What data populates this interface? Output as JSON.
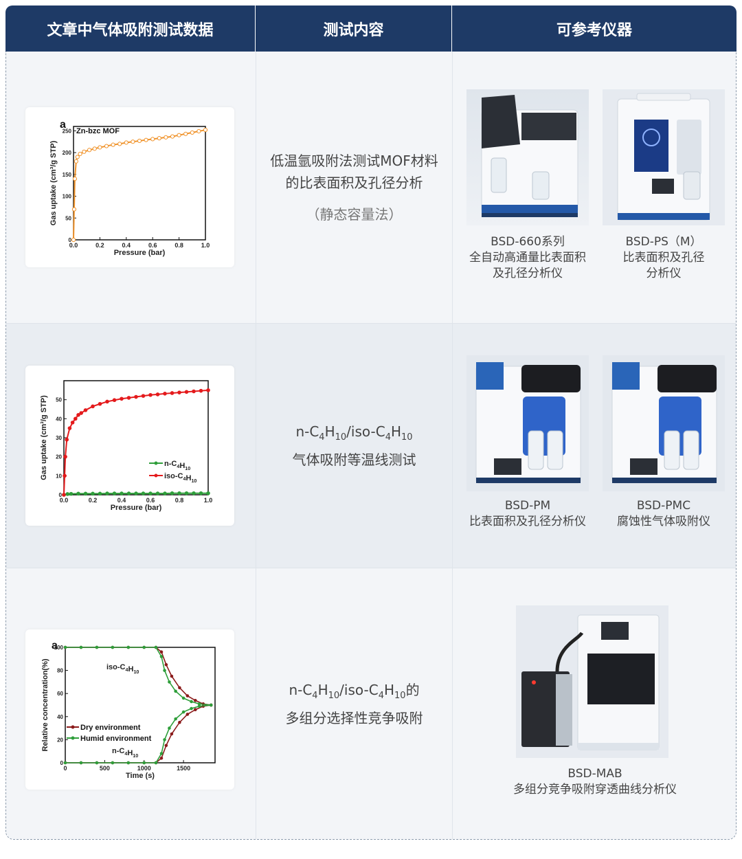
{
  "header": {
    "col1": "文章中气体吸附测试数据",
    "col2": "测试内容",
    "col3": "可参考仪器"
  },
  "rows": [
    {
      "content_line1": "低温氩吸附法测试MOF材料",
      "content_line2": "的比表面积及孔径分析",
      "content_note": "（静态容量法）",
      "instruments": [
        {
          "name": "BSD-660系列",
          "desc_line1": "全自动高通量比表面积",
          "desc_line2": "及孔径分析仪"
        },
        {
          "name": "BSD-PS（M）",
          "desc_line1": "比表面积及孔径",
          "desc_line2": "分析仪"
        }
      ]
    },
    {
      "content_line2": "气体吸附等温线测试",
      "instruments": [
        {
          "name": "BSD-PM",
          "desc_line1": "比表面积及孔径分析仪"
        },
        {
          "name": "BSD-PMC",
          "desc_line1": "腐蚀性气体吸附仪"
        }
      ]
    },
    {
      "content_line2": "多组分选择性竞争吸附",
      "instruments": [
        {
          "name": "BSD-MAB",
          "desc_line1": "多组分竞争吸附穿透曲线分析仪"
        }
      ]
    }
  ],
  "formula": {
    "n": "n-C",
    "four": "4",
    "h": "H",
    "ten": "10",
    "slash": "/iso-C",
    "de": "的"
  },
  "chart_data": [
    {
      "type": "scatter",
      "panel_label": "a",
      "annotation": "Zn-bzc MOF",
      "xlabel": "Pressure (bar)",
      "ylabel": "Gas uptake (cm³/g STP)",
      "xlim": [
        0,
        1.0
      ],
      "ylim": [
        0,
        260
      ],
      "x_ticks": [
        "0.0",
        "0.2",
        "0.4",
        "0.6",
        "0.8",
        "1.0"
      ],
      "y_ticks": [
        "0",
        "50",
        "100",
        "150",
        "200",
        "250"
      ],
      "series": [
        {
          "color": "#f0932b",
          "x": [
            0,
            0.005,
            0.01,
            0.02,
            0.03,
            0.05,
            0.08,
            0.12,
            0.16,
            0.2,
            0.25,
            0.3,
            0.35,
            0.4,
            0.45,
            0.5,
            0.55,
            0.6,
            0.65,
            0.7,
            0.75,
            0.8,
            0.85,
            0.9,
            0.95,
            1.0
          ],
          "y": [
            0,
            70,
            140,
            180,
            190,
            197,
            202,
            206,
            209,
            212,
            215,
            218,
            220,
            223,
            225,
            227,
            229,
            231,
            233,
            235,
            237,
            240,
            243,
            246,
            249,
            252
          ]
        }
      ]
    },
    {
      "type": "scatter",
      "xlabel": "Pressure (bar)",
      "ylabel": "Gas uptake (cm³/g STP)",
      "xlim": [
        0,
        1.0
      ],
      "ylim": [
        0,
        60
      ],
      "x_ticks": [
        "0.0",
        "0.2",
        "0.4",
        "0.6",
        "0.8",
        "1.0"
      ],
      "y_ticks": [
        "0",
        "10",
        "20",
        "30",
        "40",
        "50"
      ],
      "legend": [
        {
          "base": "n-C",
          "sub1": "4",
          "mid": "H",
          "sub2": "10",
          "color": "#2e9e3a"
        },
        {
          "base": "iso-C",
          "sub1": "4",
          "mid": "H",
          "sub2": "10",
          "color": "#e41a1c"
        }
      ],
      "series": [
        {
          "color": "#2e9e3a",
          "x": [
            0,
            0.025,
            0.05,
            0.1,
            0.15,
            0.2,
            0.25,
            0.3,
            0.35,
            0.4,
            0.45,
            0.5,
            0.55,
            0.6,
            0.65,
            0.7,
            0.75,
            0.8,
            0.85,
            0.9,
            0.95,
            1.0
          ],
          "y": [
            0,
            0.4,
            0.5,
            0.6,
            0.6,
            0.6,
            0.6,
            0.7,
            0.7,
            0.7,
            0.7,
            0.7,
            0.7,
            0.7,
            0.7,
            0.7,
            0.8,
            0.8,
            0.8,
            0.8,
            0.8,
            0.8
          ]
        },
        {
          "color": "#e41a1c",
          "x": [
            0,
            0.005,
            0.01,
            0.02,
            0.04,
            0.06,
            0.08,
            0.1,
            0.12,
            0.15,
            0.2,
            0.25,
            0.3,
            0.35,
            0.4,
            0.45,
            0.5,
            0.55,
            0.6,
            0.65,
            0.7,
            0.75,
            0.8,
            0.85,
            0.9,
            0.95,
            1.0
          ],
          "y": [
            0,
            10,
            20,
            29,
            35,
            38,
            40,
            42,
            43,
            44.5,
            46.5,
            47.8,
            49,
            49.8,
            50.5,
            51,
            51.5,
            52,
            52.5,
            52.8,
            53.2,
            53.5,
            53.8,
            54.1,
            54.4,
            54.7,
            55
          ]
        }
      ]
    },
    {
      "type": "line",
      "panel_label": "a",
      "xlabel": "Time (s)",
      "ylabel": "Relative concentration(%)",
      "xlim": [
        0,
        1900
      ],
      "ylim": [
        0,
        100
      ],
      "x_ticks": [
        "0",
        "500",
        "1000",
        "1500"
      ],
      "y_ticks": [
        "0",
        "20",
        "40",
        "60",
        "80",
        "100"
      ],
      "annotation_iso": {
        "base": "iso-C",
        "sub1": "4",
        "mid": "H",
        "sub2": "10"
      },
      "annotation_n": {
        "base": "n-C",
        "sub1": "4",
        "mid": "H",
        "sub2": "10"
      },
      "legend": [
        {
          "name": "Dry environment",
          "color": "#8b1a1a"
        },
        {
          "name": "Humid environment",
          "color": "#2e9e3a"
        }
      ],
      "series": [
        {
          "name": "Dry environment",
          "role": "iso",
          "color": "#8b1a1a",
          "x": [
            0,
            200,
            400,
            600,
            800,
            1000,
            1150,
            1220,
            1280,
            1350,
            1450,
            1550,
            1650,
            1750,
            1850
          ],
          "y": [
            100,
            100,
            100,
            100,
            100,
            100,
            100,
            96,
            85,
            75,
            65,
            58,
            54,
            51,
            50
          ]
        },
        {
          "name": "Humid environment",
          "role": "iso",
          "color": "#2e9e3a",
          "x": [
            0,
            200,
            400,
            600,
            800,
            1000,
            1150,
            1220,
            1260,
            1320,
            1400,
            1500,
            1600,
            1700,
            1850
          ],
          "y": [
            100,
            100,
            100,
            100,
            100,
            100,
            100,
            92,
            80,
            70,
            62,
            56,
            53,
            51,
            50
          ]
        },
        {
          "name": "Dry environment",
          "role": "n",
          "color": "#8b1a1a",
          "x": [
            0,
            200,
            400,
            600,
            800,
            1000,
            1150,
            1220,
            1280,
            1350,
            1450,
            1550,
            1650,
            1750,
            1850
          ],
          "y": [
            0,
            0,
            0,
            0,
            0,
            0,
            0,
            4,
            15,
            25,
            35,
            42,
            46,
            49,
            50
          ]
        },
        {
          "name": "Humid environment",
          "role": "n",
          "color": "#2e9e3a",
          "x": [
            0,
            200,
            400,
            600,
            800,
            1000,
            1150,
            1220,
            1260,
            1320,
            1400,
            1500,
            1600,
            1700,
            1850
          ],
          "y": [
            0,
            0,
            0,
            0,
            0,
            0,
            0,
            8,
            20,
            30,
            38,
            44,
            47,
            49,
            50
          ]
        }
      ]
    }
  ]
}
